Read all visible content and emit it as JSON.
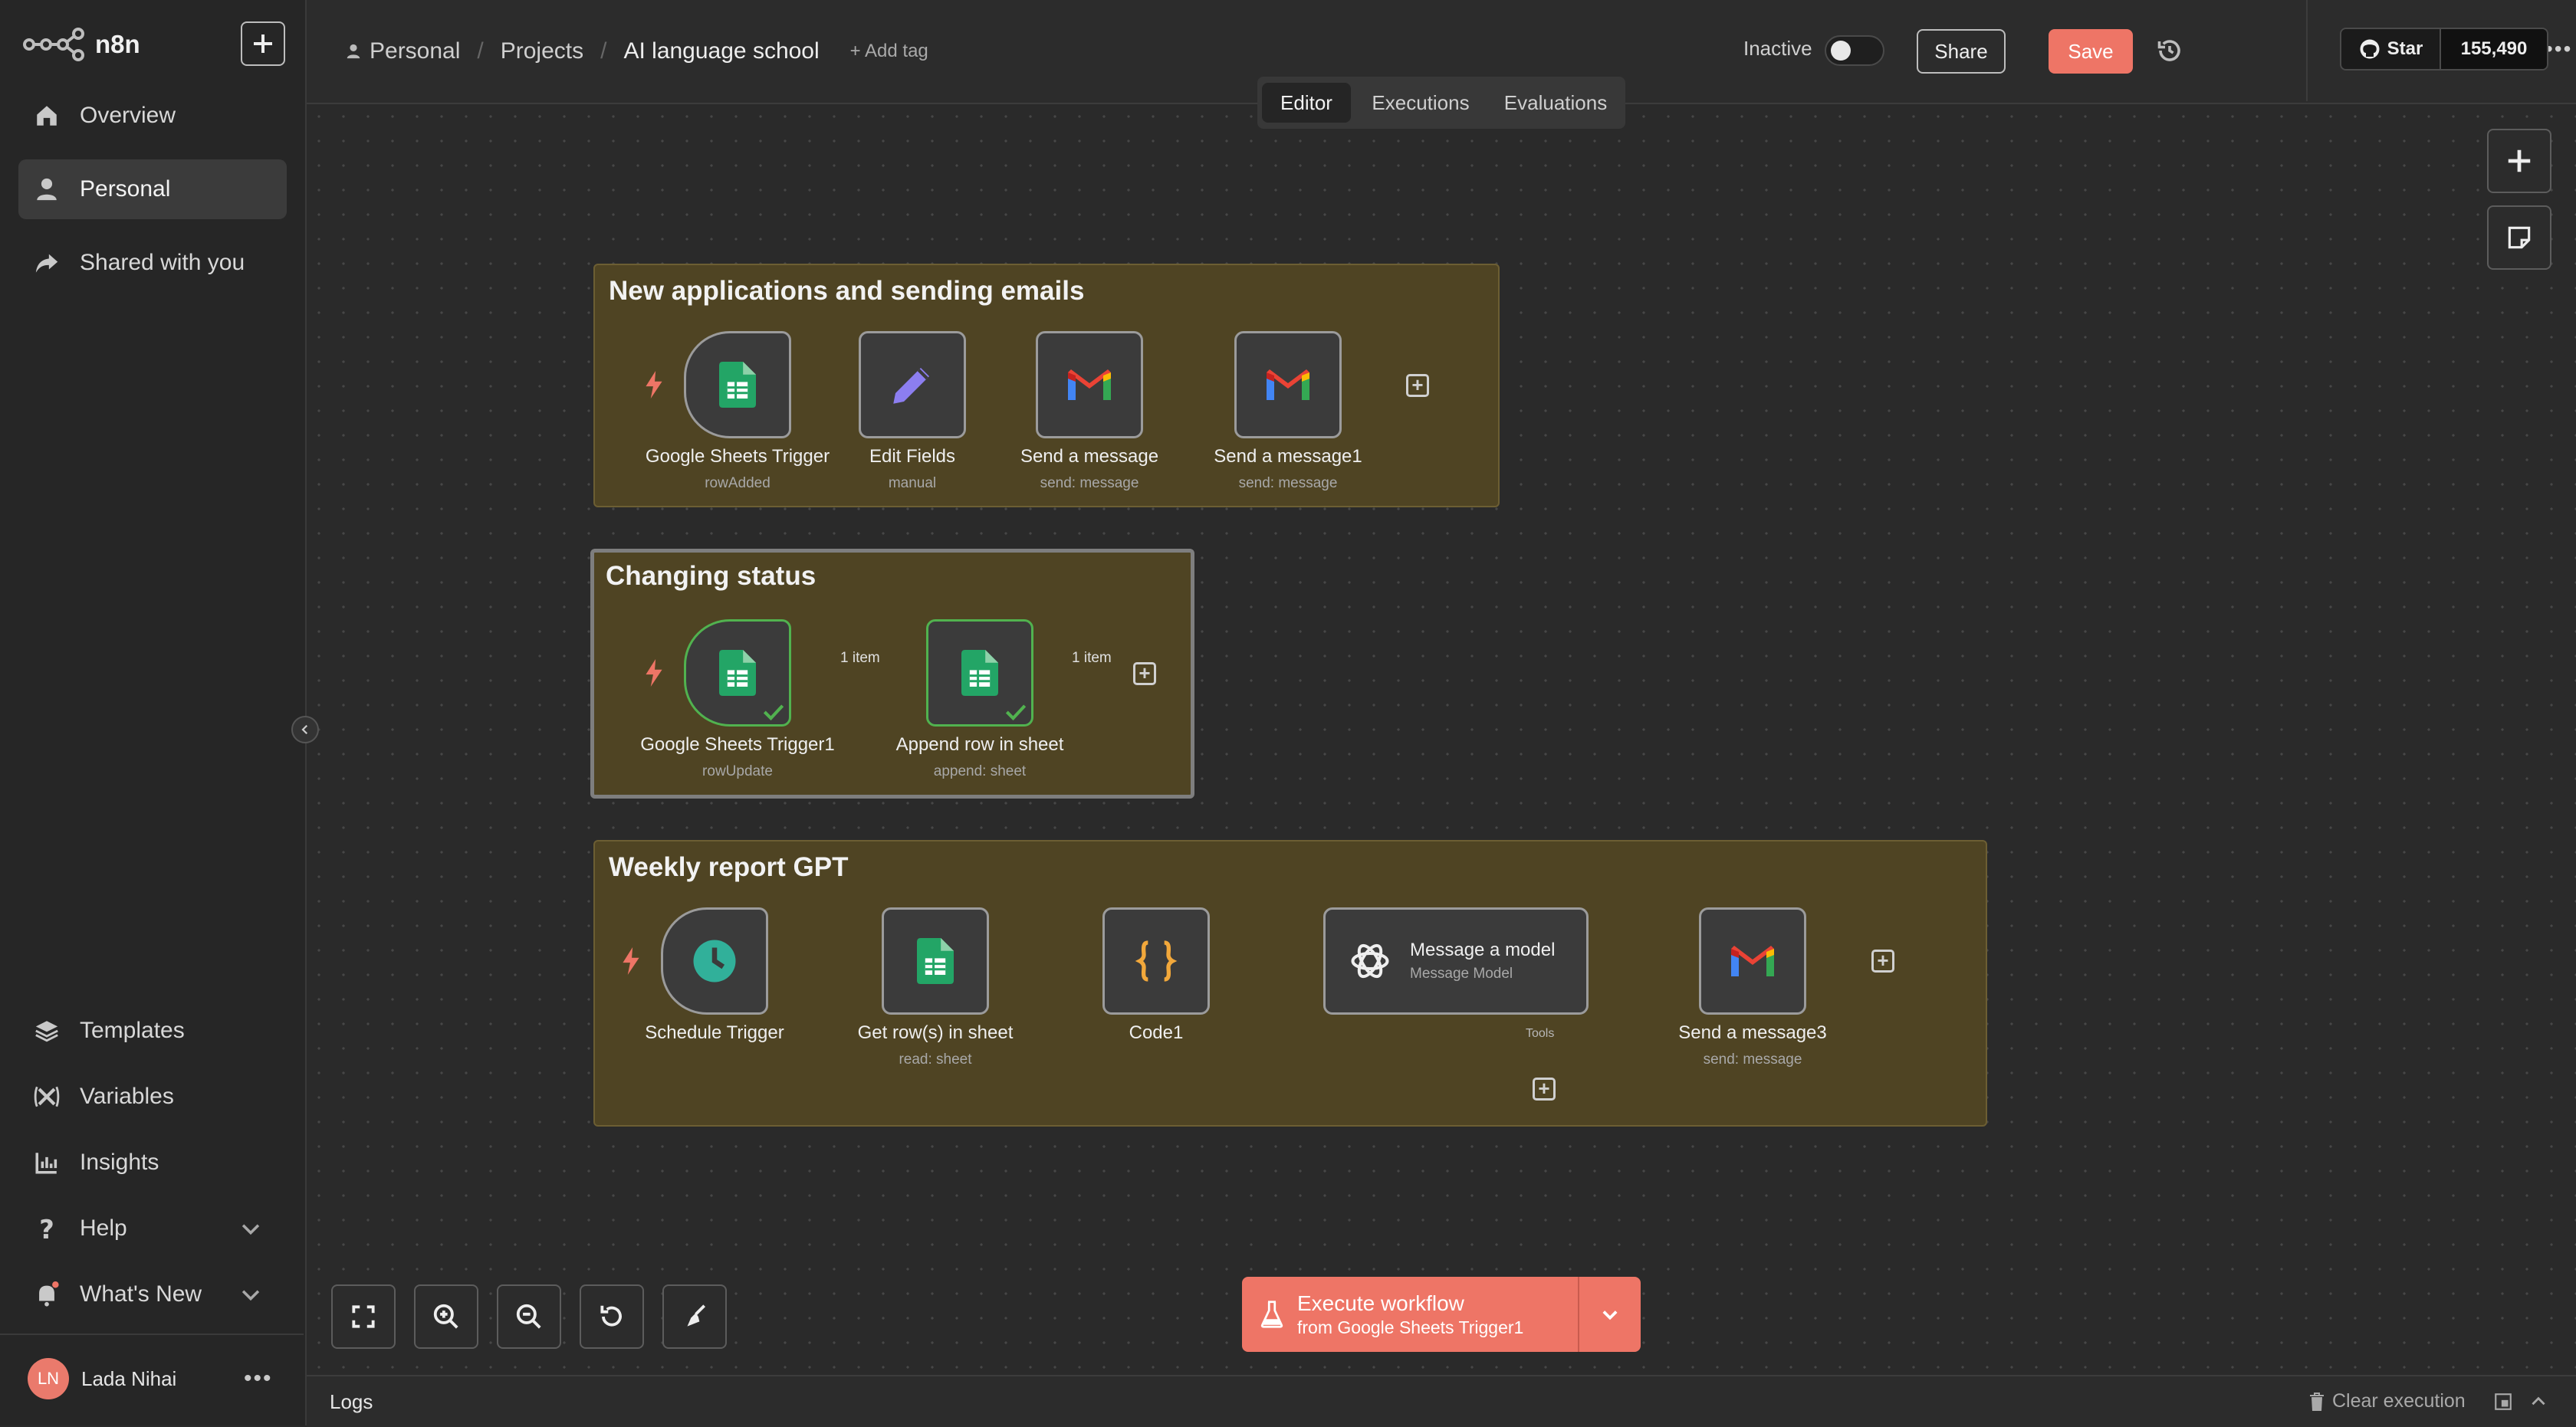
{
  "app": {
    "logo_text": "n8n"
  },
  "sidebar": {
    "top_items": [
      {
        "label": "Overview",
        "icon": "home-icon"
      },
      {
        "label": "Personal",
        "icon": "user-icon",
        "active": true
      },
      {
        "label": "Shared with you",
        "icon": "share-icon"
      }
    ],
    "bottom_items": [
      {
        "label": "Templates",
        "icon": "templates-icon"
      },
      {
        "label": "Variables",
        "icon": "variables-icon"
      },
      {
        "label": "Insights",
        "icon": "chart-icon"
      },
      {
        "label": "Help",
        "icon": "help-icon"
      },
      {
        "label": "What's New",
        "icon": "bell-icon"
      }
    ],
    "user": {
      "initials": "LN",
      "name": "Lada Nihai"
    }
  },
  "header": {
    "breadcrumb": [
      "Personal",
      "Projects",
      "AI language school"
    ],
    "add_tag": "+ Add tag",
    "status": "Inactive",
    "share": "Share",
    "save": "Save",
    "github": {
      "star": "Star",
      "count": "155,490"
    },
    "tabs": [
      "Editor",
      "Executions",
      "Evaluations"
    ],
    "active_tab": "Editor"
  },
  "groups": [
    {
      "title": "New applications and sending emails",
      "nodes": [
        {
          "label": "Google Sheets Trigger",
          "sub": "rowAdded",
          "icon": "google-sheets-icon"
        },
        {
          "label": "Edit Fields",
          "sub": "manual",
          "icon": "pencil-icon"
        },
        {
          "label": "Send a message",
          "sub": "send: message",
          "icon": "gmail-icon"
        },
        {
          "label": "Send a message1",
          "sub": "send: message",
          "icon": "gmail-icon"
        }
      ]
    },
    {
      "title": "Changing status",
      "nodes": [
        {
          "label": "Google Sheets Trigger1",
          "sub": "rowUpdate",
          "icon": "google-sheets-icon"
        },
        {
          "label": "Append row in sheet",
          "sub": "append: sheet",
          "icon": "google-sheets-icon"
        }
      ],
      "edge_labels": [
        "1 item",
        "1 item"
      ]
    },
    {
      "title": "Weekly report GPT",
      "nodes": [
        {
          "label": "Schedule Trigger",
          "sub": "",
          "icon": "clock-icon"
        },
        {
          "label": "Get row(s) in sheet",
          "sub": "read: sheet",
          "icon": "google-sheets-icon"
        },
        {
          "label": "Code1",
          "sub": "",
          "icon": "code-braces-icon"
        },
        {
          "label": "Message a model",
          "sub": "Message Model",
          "icon": "openai-icon"
        },
        {
          "label": "Send a message3",
          "sub": "send: message",
          "icon": "gmail-icon"
        }
      ],
      "tools_label": "Tools"
    }
  ],
  "execute": {
    "title": "Execute workflow",
    "subtitle": "from Google Sheets Trigger1"
  },
  "footer": {
    "logs": "Logs",
    "clear": "Clear execution"
  },
  "colors": {
    "accent": "#ee7566",
    "group_bg": "#4f4423",
    "success": "#51b24f",
    "sheets_green": "#23a566"
  }
}
